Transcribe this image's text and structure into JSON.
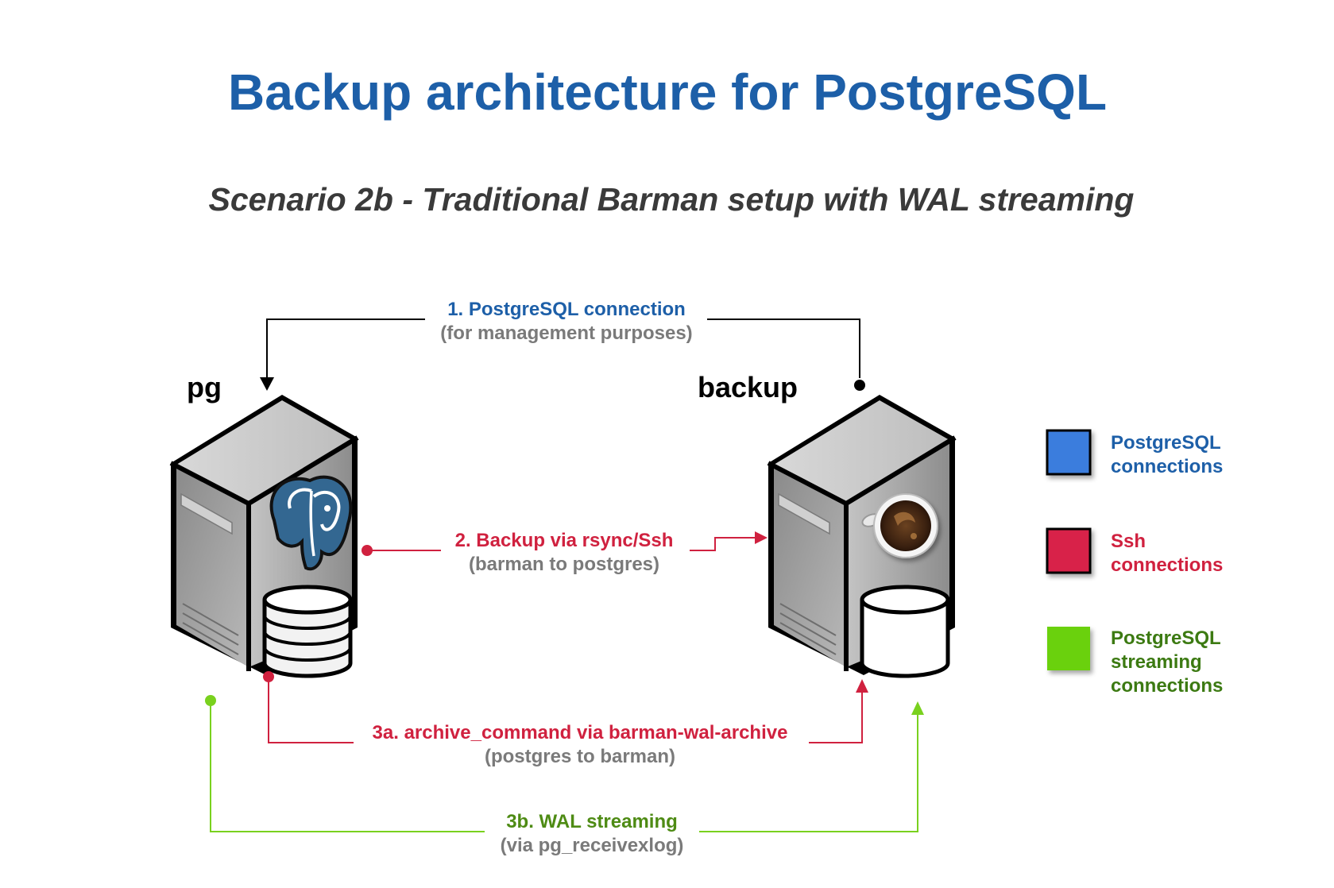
{
  "title": "Backup architecture for PostgreSQL",
  "subtitle": "Scenario 2b - Traditional Barman setup with WAL streaming",
  "nodes": {
    "pg": {
      "label": "pg"
    },
    "backup": {
      "label": "backup"
    }
  },
  "connections": {
    "c1": {
      "label": "1. PostgreSQL connection",
      "sub": "(for management purposes)"
    },
    "c2": {
      "label": "2. Backup via rsync/Ssh",
      "sub": "(barman to postgres)"
    },
    "c3a": {
      "label": "3a. archive_command via barman-wal-archive",
      "sub": "(postgres to barman)"
    },
    "c3b": {
      "label": "3b. WAL streaming",
      "sub": "(via pg_receivexlog)"
    }
  },
  "legend": [
    {
      "lines": [
        "PostgreSQL",
        "connections"
      ],
      "color": "#3b7ddd",
      "text_color": "#1d5fa8"
    },
    {
      "lines": [
        "Ssh",
        "connections"
      ],
      "color": "#d8234a",
      "text_color": "#d0213f"
    },
    {
      "lines": [
        "PostgreSQL",
        "streaming",
        "connections"
      ],
      "color": "#6bd10a",
      "text_color": "#3c7a12"
    }
  ],
  "colors": {
    "postgresql": "#1d5fa8",
    "ssh": "#d0213f",
    "streaming": "#4e8b14",
    "streaming_line": "#79d11e",
    "management_line": "#000000"
  },
  "icons": {
    "pg_logo": "postgresql-elephant-icon",
    "backup_logo": "coffee-cup-icon",
    "pg_storage": "database-icon",
    "backup_storage": "storage-drum-icon"
  }
}
